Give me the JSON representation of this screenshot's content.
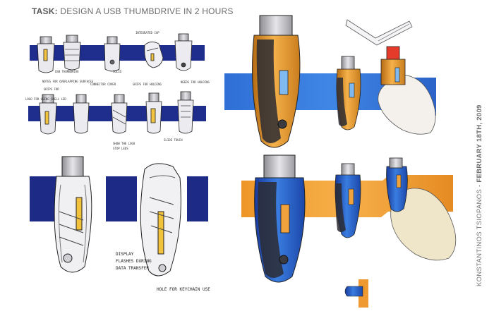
{
  "header": {
    "task_label": "TASK:",
    "task_text": "DESIGN A USB THUMBDRIVE IN 2 HOURS"
  },
  "credit": {
    "author": "KONSTANTINOS TSIOPANOS",
    "separator": " - ",
    "date": "FEBRUARY 18TH, 2009"
  },
  "annotations": {
    "row1_top": "INTEGRATED CAP",
    "row1_a": "USB THUMBDRIVE",
    "row1_b": "SOLID",
    "row1_c": "NOTES FOR OVERLAPPING SURFACES",
    "row2_a": "GRIPS FOR",
    "row2_b": "CONNECTOR COVER",
    "row2_c": "LOGO FOR USING SHELL LED",
    "row2_d": "GRIPS FOR HOLDING",
    "row2_e": "NEEDS FOR HOLDING",
    "row2_f": "SLIDE TOUCH",
    "row2_g": "STOP LEDS",
    "row2_h": "SHOW THE LOGO",
    "display_note_1": "DISPLAY",
    "display_note_2": "FLASHES DURING",
    "display_note_3": "DATA TRANSFER",
    "hole_note": "HOLE FOR KEYCHAIN USE"
  },
  "colors": {
    "navy": "#1f2e8c",
    "blue": "#2f5bd0",
    "orange": "#f0a23c",
    "dark": "#2b2b33",
    "yellow": "#f3d23a",
    "red": "#e53b2a"
  }
}
